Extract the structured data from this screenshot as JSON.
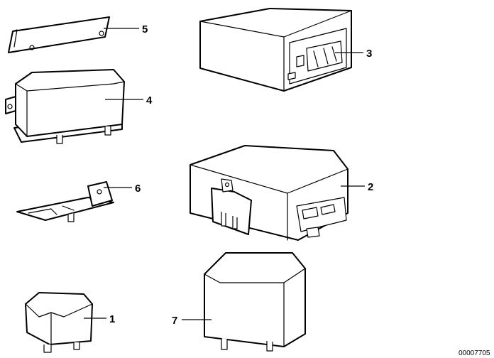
{
  "callouts": {
    "c1": "1",
    "c2": "2",
    "c3": "3",
    "c4": "4",
    "c5": "5",
    "c6": "6",
    "c7": "7"
  },
  "diagram_code": "00007705"
}
